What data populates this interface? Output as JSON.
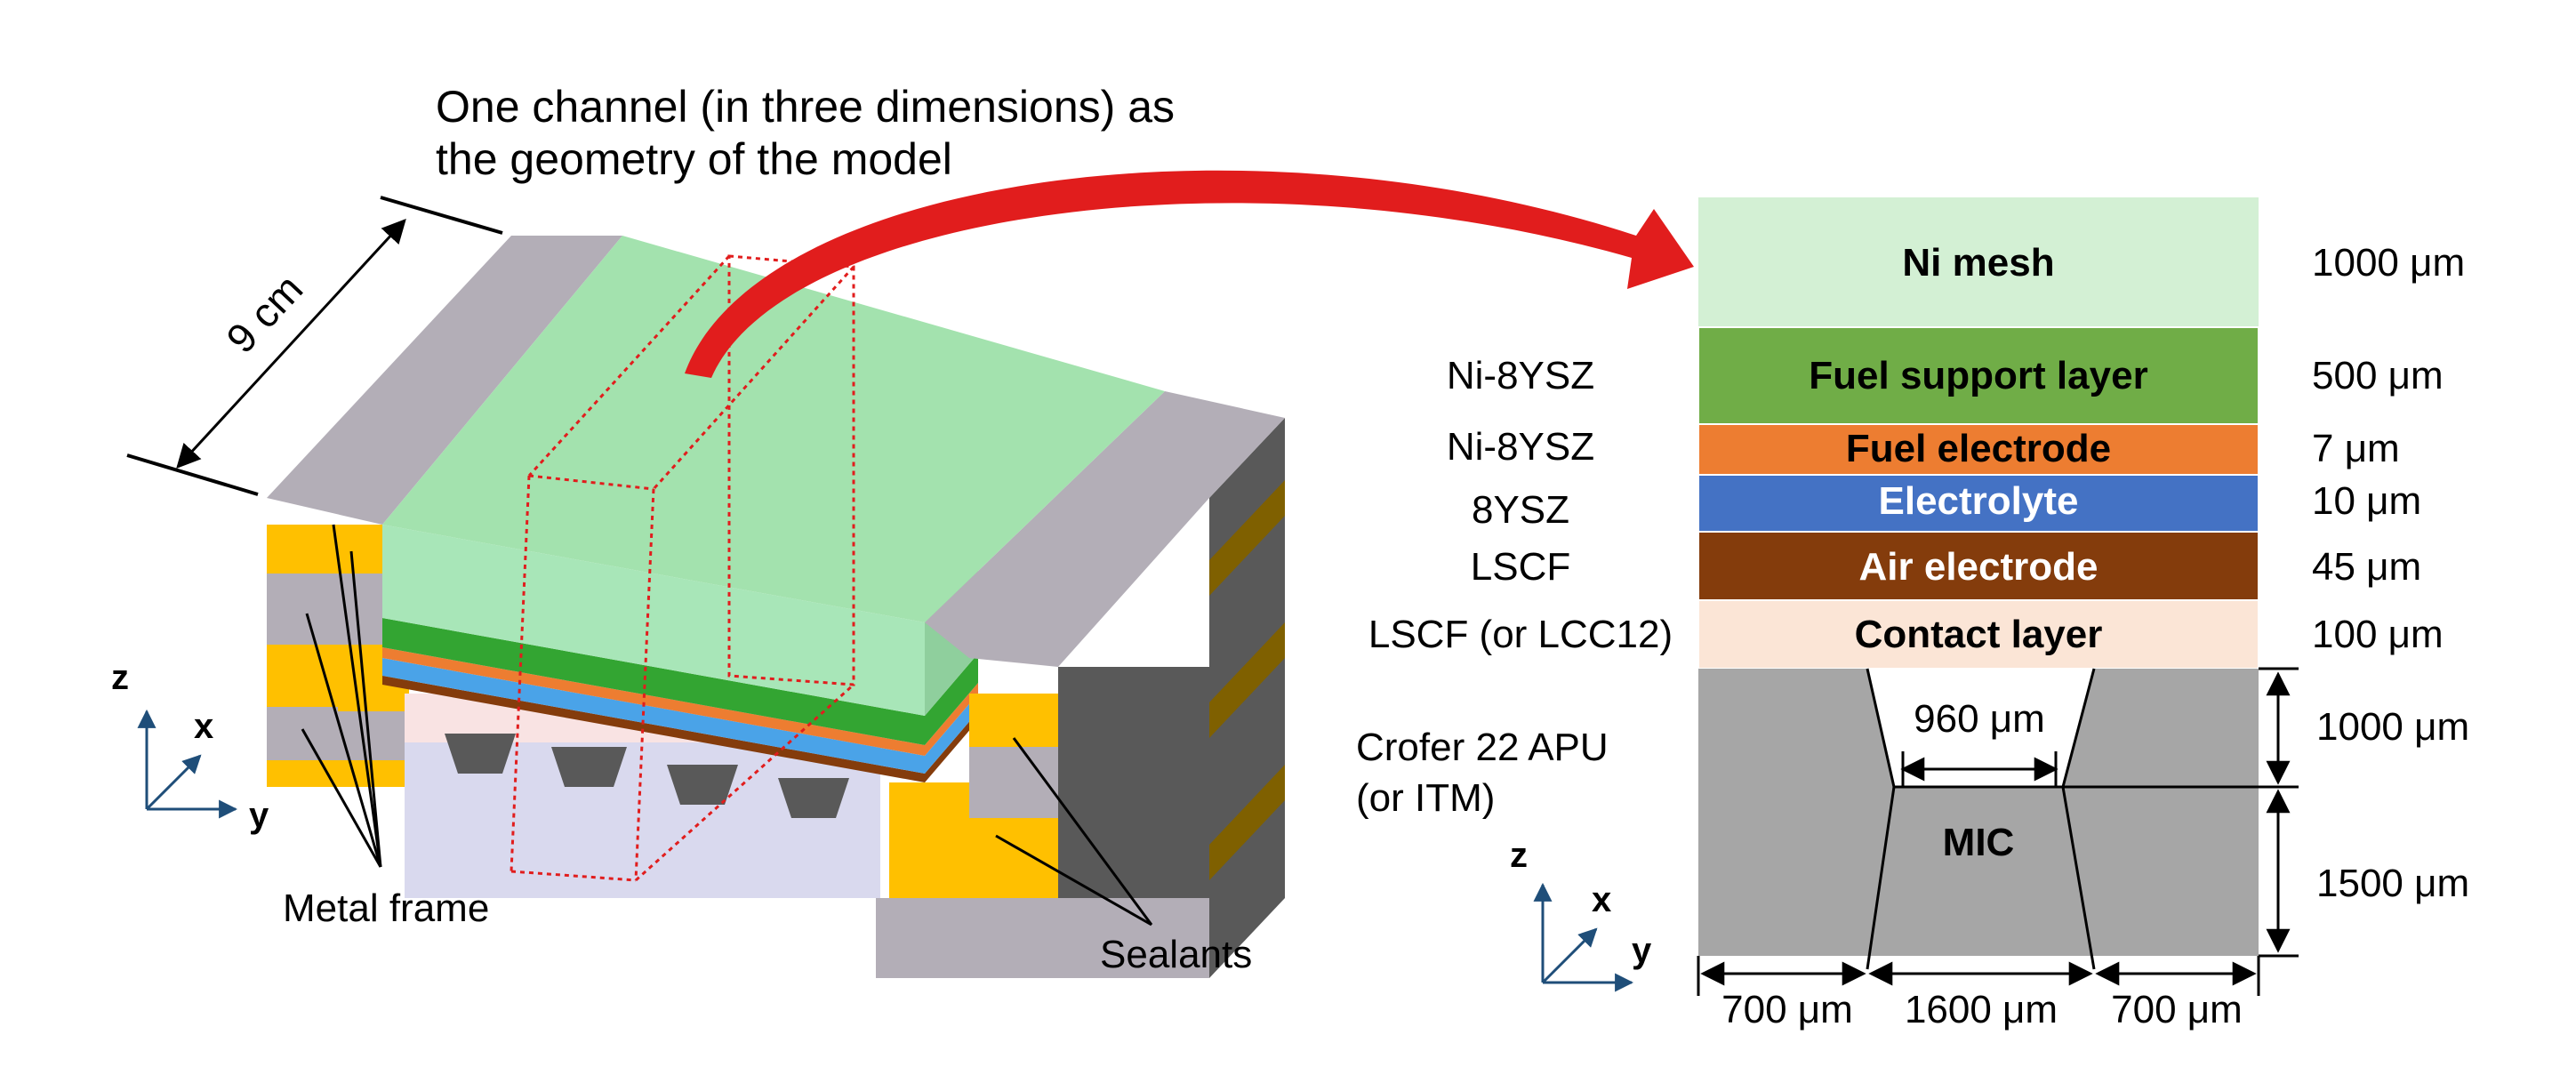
{
  "title": {
    "line1": "One channel (in three dimensions) as",
    "line2": "the geometry of the model"
  },
  "left": {
    "dimension": "9 cm",
    "metal_frame_label": "Metal frame",
    "sealants_label": "Sealants",
    "axes": {
      "z": "z",
      "x": "x",
      "y": "y"
    }
  },
  "layers": [
    {
      "name": "Ni mesh",
      "material": "",
      "thickness": "1000 μm",
      "color": "#d3f0d4"
    },
    {
      "name": "Fuel support layer",
      "material": "Ni-8YSZ",
      "thickness": "500 μm",
      "color": "#70ad47"
    },
    {
      "name": "Fuel electrode",
      "material": "Ni-8YSZ",
      "thickness": "7 μm",
      "color": "#ed7d31"
    },
    {
      "name": "Electrolyte",
      "material": "8YSZ",
      "thickness": "10 μm",
      "color": "#4472c4"
    },
    {
      "name": "Air electrode",
      "material": "LSCF",
      "thickness": "45 μm",
      "color": "#843c0c"
    },
    {
      "name": "Contact layer",
      "material": "LSCF (or LCC12)",
      "thickness": "100 μm",
      "color": "#fbe5d6"
    }
  ],
  "interconnect": {
    "name": "MIC",
    "material_line1": "Crofer 22 APU",
    "material_line2": "(or ITM)",
    "color": "#a6a6a6",
    "channel_width": "960 μm",
    "rib_height": "1000 μm",
    "base_height": "1500 μm",
    "left_width": "700 μm",
    "middle_width": "1600 μm",
    "right_width": "700 μm"
  },
  "right_axes": {
    "z": "z",
    "x": "x",
    "y": "y"
  },
  "colors": {
    "frame_top": "#b3aeb7",
    "frame_side": "#595959",
    "sealant": "#ffc000",
    "sealant_dark": "#7f6000",
    "mesh_top": "#a3e2ae",
    "mesh_front": "#a8e6b8",
    "channel_red": "#e11d1d",
    "axis_blue": "#1f4e79"
  }
}
